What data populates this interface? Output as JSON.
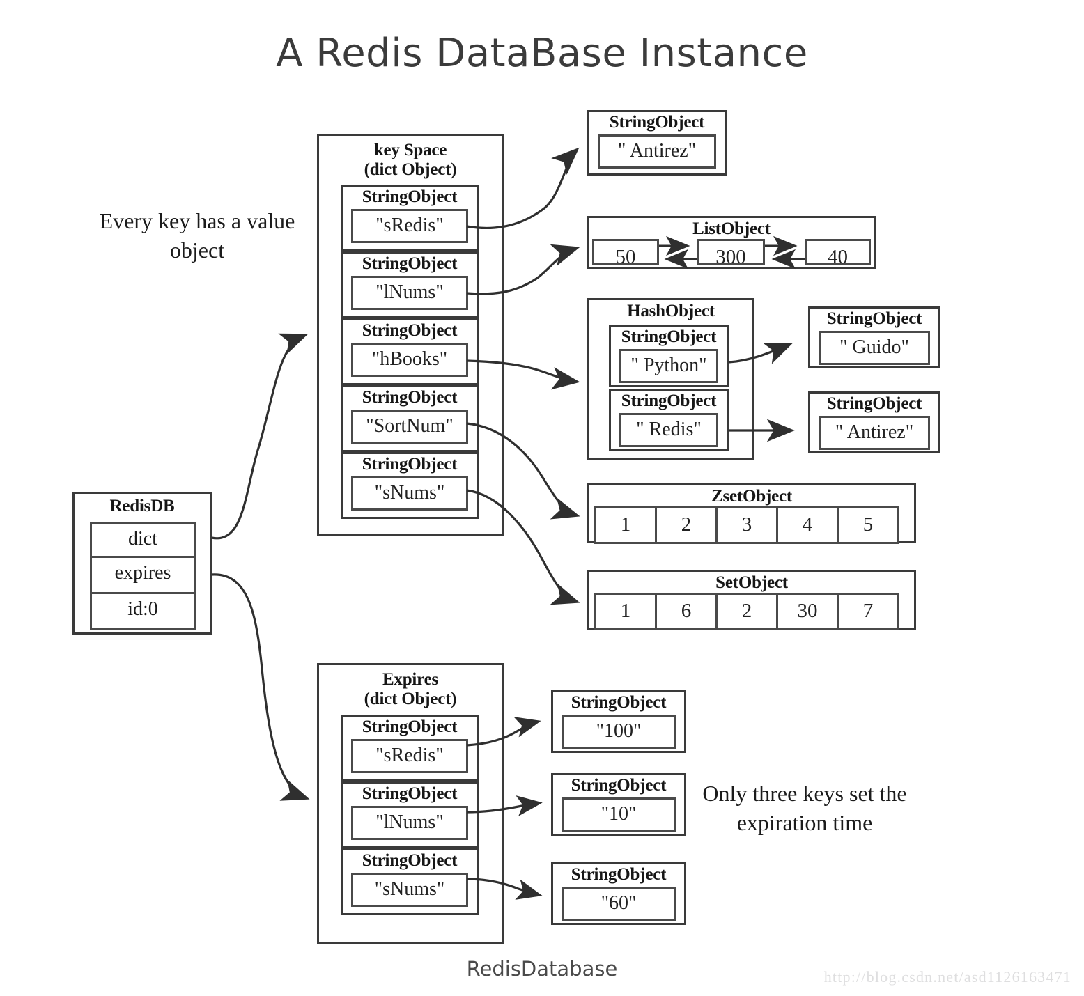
{
  "title": "A Redis DataBase Instance",
  "caption": "RedisDatabase",
  "watermark": "http://blog.csdn.net/asd1126163471",
  "notes": {
    "key_value": "Every key has a value object",
    "expiration": "Only three keys set the expiration time"
  },
  "redisdb": {
    "title": "RedisDB",
    "rows": [
      "dict",
      "expires",
      "id:0"
    ]
  },
  "keyspace": {
    "title_line1": "key Space",
    "title_line2": "(dict Object)",
    "entries": [
      {
        "type": "StringObject",
        "value": "\"sRedis\""
      },
      {
        "type": "StringObject",
        "value": "\"lNums\""
      },
      {
        "type": "StringObject",
        "value": "\"hBooks\""
      },
      {
        "type": "StringObject",
        "value": "\"SortNum\""
      },
      {
        "type": "StringObject",
        "value": "\"sNums\""
      }
    ]
  },
  "expires": {
    "title_line1": "Expires",
    "title_line2": "(dict Object)",
    "entries": [
      {
        "type": "StringObject",
        "value": "\"sRedis\""
      },
      {
        "type": "StringObject",
        "value": "\"lNums\""
      },
      {
        "type": "StringObject",
        "value": "\"sNums\""
      }
    ],
    "values": [
      {
        "type": "StringObject",
        "value": "\"100\""
      },
      {
        "type": "StringObject",
        "value": "\"10\""
      },
      {
        "type": "StringObject",
        "value": "\"60\""
      }
    ]
  },
  "values": {
    "string_antirez": {
      "type": "StringObject",
      "value": "\" Antirez\""
    },
    "list": {
      "title": "ListObject",
      "nodes": [
        "50",
        "300",
        "40"
      ]
    },
    "hash": {
      "title": "HashObject",
      "fields": [
        {
          "type": "StringObject",
          "value": "\" Python\""
        },
        {
          "type": "StringObject",
          "value": "\" Redis\""
        }
      ],
      "targets": [
        {
          "type": "StringObject",
          "value": "\" Guido\""
        },
        {
          "type": "StringObject",
          "value": "\" Antirez\""
        }
      ]
    },
    "zset": {
      "title": "ZsetObject",
      "members": [
        "1",
        "2",
        "3",
        "4",
        "5"
      ]
    },
    "set": {
      "title": "SetObject",
      "members": [
        "1",
        "6",
        "2",
        "30",
        "7"
      ]
    }
  },
  "colors": {
    "ink": "#1b1b1b",
    "border": "#3a3a3a",
    "inner_border": "#4a4a4a",
    "watermark": "#dededf"
  }
}
